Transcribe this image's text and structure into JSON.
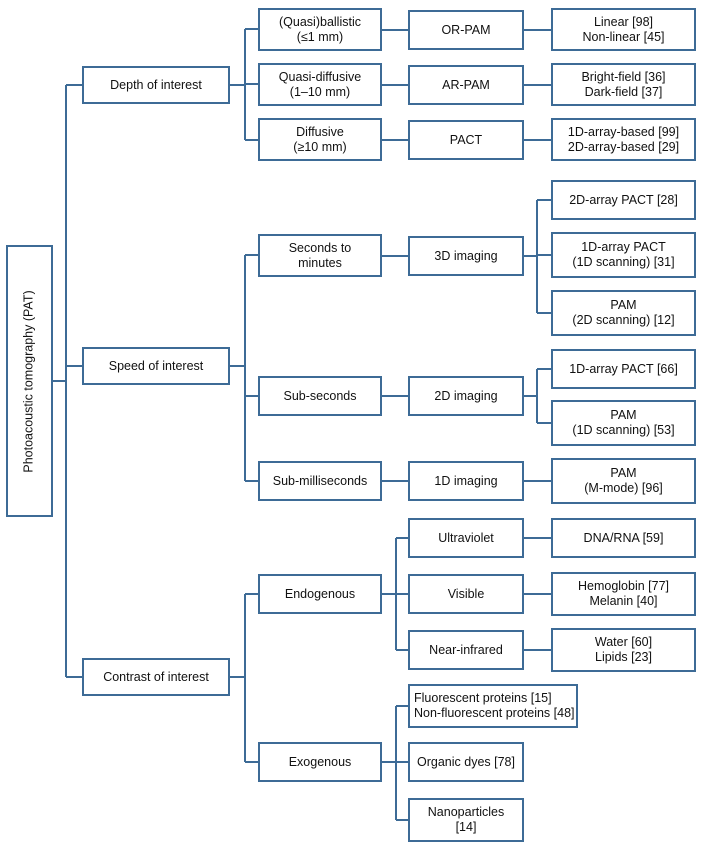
{
  "colors": {
    "border": "#3d6b96",
    "connector": "#3d6b96"
  },
  "root": {
    "label": "Photoacoustic tomography (PAT)"
  },
  "depth": {
    "label": "Depth  of interest",
    "branches": [
      {
        "label": [
          "(Quasi)ballistic",
          "(≤1 mm)"
        ],
        "method": "OR-PAM",
        "types": [
          "Linear [98]",
          "Non-linear [45]"
        ]
      },
      {
        "label": [
          "Quasi-diffusive",
          "(1–10 mm)"
        ],
        "method": "AR-PAM",
        "types": [
          "Bright-field [36]",
          "Dark-field [37]"
        ]
      },
      {
        "label": [
          "Diffusive",
          "(≥10 mm)"
        ],
        "method": "PACT",
        "types": [
          "1D-array-based [99]",
          "2D-array-based [29]"
        ]
      }
    ]
  },
  "speed": {
    "label": "Speed  of interest",
    "branches": [
      {
        "label": [
          "Seconds to",
          "minutes"
        ],
        "method": "3D imaging",
        "types": [
          [
            "2D-array PACT [28]"
          ],
          [
            "1D-array PACT",
            "(1D scanning) [31]"
          ],
          [
            "PAM",
            "(2D scanning) [12]"
          ]
        ]
      },
      {
        "label": [
          "Sub-seconds"
        ],
        "method": "2D imaging",
        "types": [
          [
            "1D-array PACT [66]"
          ],
          [
            "PAM",
            "(1D scanning) [53]"
          ]
        ]
      },
      {
        "label": [
          "Sub-milliseconds"
        ],
        "method": "1D imaging",
        "types": [
          [
            "PAM",
            "(M-mode) [96]"
          ]
        ]
      }
    ]
  },
  "contrast": {
    "label": "Contrast  of interest",
    "endogenous": {
      "label": "Endogenous",
      "bands": [
        {
          "label": "Ultraviolet",
          "agents": [
            "DNA/RNA [59]"
          ]
        },
        {
          "label": "Visible",
          "agents": [
            "Hemoglobin [77]",
            "Melanin [40]"
          ]
        },
        {
          "label": "Near-infrared",
          "agents": [
            "Water [60]",
            "Lipids [23]"
          ]
        }
      ]
    },
    "exogenous": {
      "label": "Exogenous",
      "agents": [
        [
          "Fluorescent  proteins [15]",
          "Non-fluorescent  proteins [48]"
        ],
        [
          "Organic dyes [78]"
        ],
        [
          "Nanoparticles",
          "[14]"
        ]
      ]
    }
  }
}
